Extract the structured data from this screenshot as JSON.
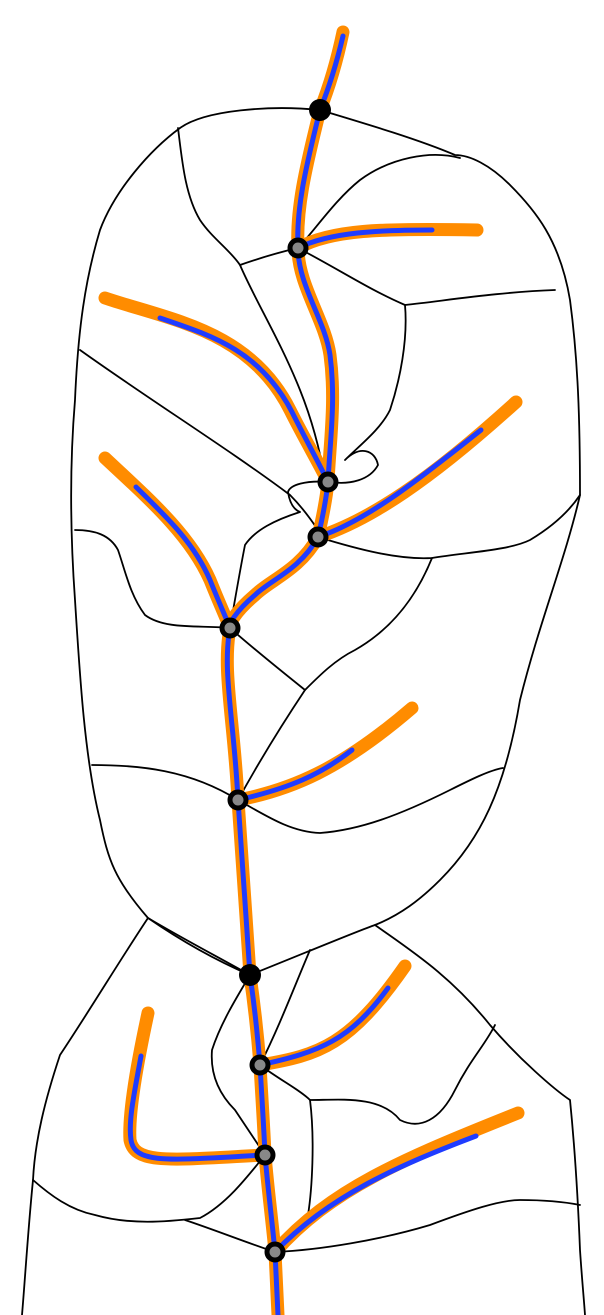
{
  "diagram": {
    "kind": "watershed stream network",
    "colors": {
      "background": "#ffffff",
      "boundary": "#000000",
      "stream_halo": "#ff8c00",
      "stream_core": "#1f3cff",
      "outlet_node": "#000000",
      "confluence_fill": "#888888",
      "confluence_ring": "#000000"
    },
    "legend": null,
    "node_types": [
      "outlet",
      "confluence"
    ]
  }
}
